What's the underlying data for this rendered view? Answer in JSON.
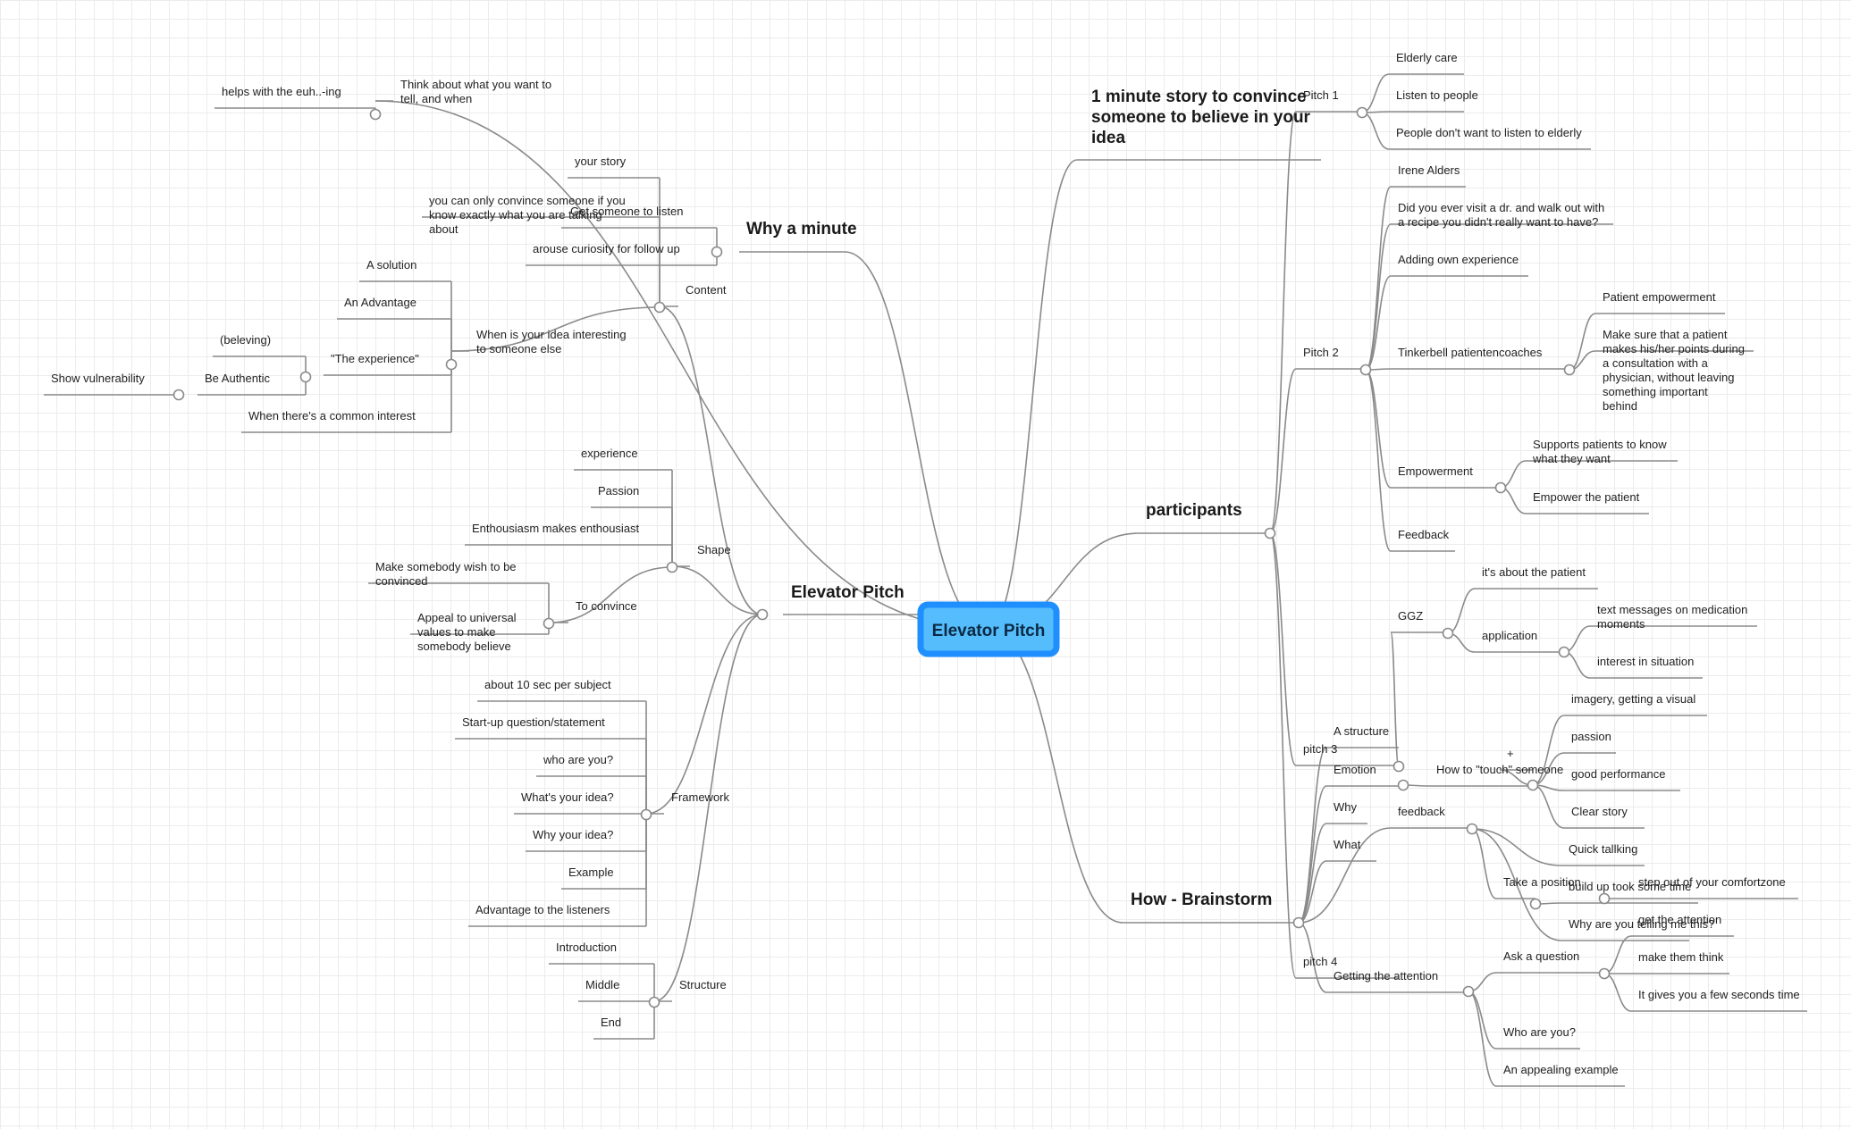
{
  "root": {
    "label": "Elevator Pitch"
  },
  "colors": {
    "root_fill": "#55bdfb",
    "root_border": "#1f8fff",
    "line": "#8a8a8a",
    "grid": "#ececec"
  },
  "nodes": {
    "n_why": "Why a minute",
    "n_think": "Think about what you want to|tell, and when",
    "n_euh": "helps with the euh..-ing",
    "n_getlisten": "Get someone to listen",
    "n_arouse": "arouse curiosity for follow up",
    "n_ep": "Elevator Pitch",
    "n_content": "Content",
    "n_story": "your story",
    "n_convince": "you can only convince someone if you|know exactly what you are talking|about",
    "n_interest": "When is your idea interesting|to someone else",
    "n_solution": "A solution",
    "n_advantage": "An Advantage",
    "n_experience": "\"The experience\"",
    "n_beleving": "(beleving)",
    "n_authentic": "Be Authentic",
    "n_vulner": "Show vulnerability",
    "n_common": "When there's a common interest",
    "n_shape": "Shape",
    "n_sexp": "experience",
    "n_passion": "Passion",
    "n_enthus": "Enthousiasm makes enthousiast",
    "n_toconv": "To convince",
    "n_wish": "Make somebody wish to be|convinced",
    "n_appeal": "Appeal to universal|values to make|somebody believe",
    "n_frame": "Framework",
    "n_10sec": "about 10 sec per subject",
    "n_startup": "Start-up question/statement",
    "n_whoyou": "who are you?",
    "n_whatidea": "What's your idea?",
    "n_whyidea": "Why your idea?",
    "n_example": "Example",
    "n_advlist": "Advantage to the listeners",
    "n_struct": "Structure",
    "n_intro": "Introduction",
    "n_middle": "Middle",
    "n_end": "End",
    "n_1min": "1 minute story to convince|someone to believe in your|idea",
    "n_part": "participants",
    "n_pitch1": "Pitch 1",
    "n_elderly": "Elderly care",
    "n_listen": "Listen to people",
    "n_people": "People don't want to listen to elderly",
    "n_pitch2": "Pitch 2",
    "n_irene": "Irene Alders",
    "n_didyou": "Did you ever visit a dr. and walk out with|a recipe you didn't really want to have?",
    "n_adding": "Adding own experience",
    "n_tinker": "Tinkerbell patientencoaches",
    "n_patemp": "Patient empowerment",
    "n_makesure": "Make sure that a patient|makes his/her points during|a consultation with a|physician, without leaving|something important|behind",
    "n_empower": "Empowerment",
    "n_supports": "Supports patients to know|what they want",
    "n_empowerpat": "Empower the patient",
    "n_feedback1": "Feedback",
    "n_pitch3": "pitch 3",
    "n_ggz": "GGZ",
    "n_aboutpat": "it's about the patient",
    "n_app": "application",
    "n_textmsg": "text messages on medication|moments",
    "n_intsit": "interest in situation",
    "n_pitch4": "pitch 4",
    "n_how": "How - Brainstorm",
    "n_astruct": "A structure",
    "n_emotion": "Emotion",
    "n_howtouch": "How to \"touch\" someone",
    "n_plus": "+",
    "n_imagery": "imagery, getting a visual",
    "n_bpassion": "passion",
    "n_goodperf": "good performance",
    "n_clear": "Clear story",
    "n_why2": "Why",
    "n_what2": "What",
    "n_feedback2": "feedback",
    "n_quick": "Quick tallking",
    "n_takepos": "Take a position",
    "n_buildup": "build up took some time",
    "n_stepout": "step out of your comfortzone",
    "n_whytell": "Why are you telling me this?",
    "n_getattn": "Getting the attention",
    "n_getattn2": "get the attention",
    "n_askq": "Ask a question",
    "n_makethink": "make them think",
    "n_gives": "It gives you a few seconds time",
    "n_whoareyou": "Who are you?",
    "n_appealex": "An appealing example"
  }
}
